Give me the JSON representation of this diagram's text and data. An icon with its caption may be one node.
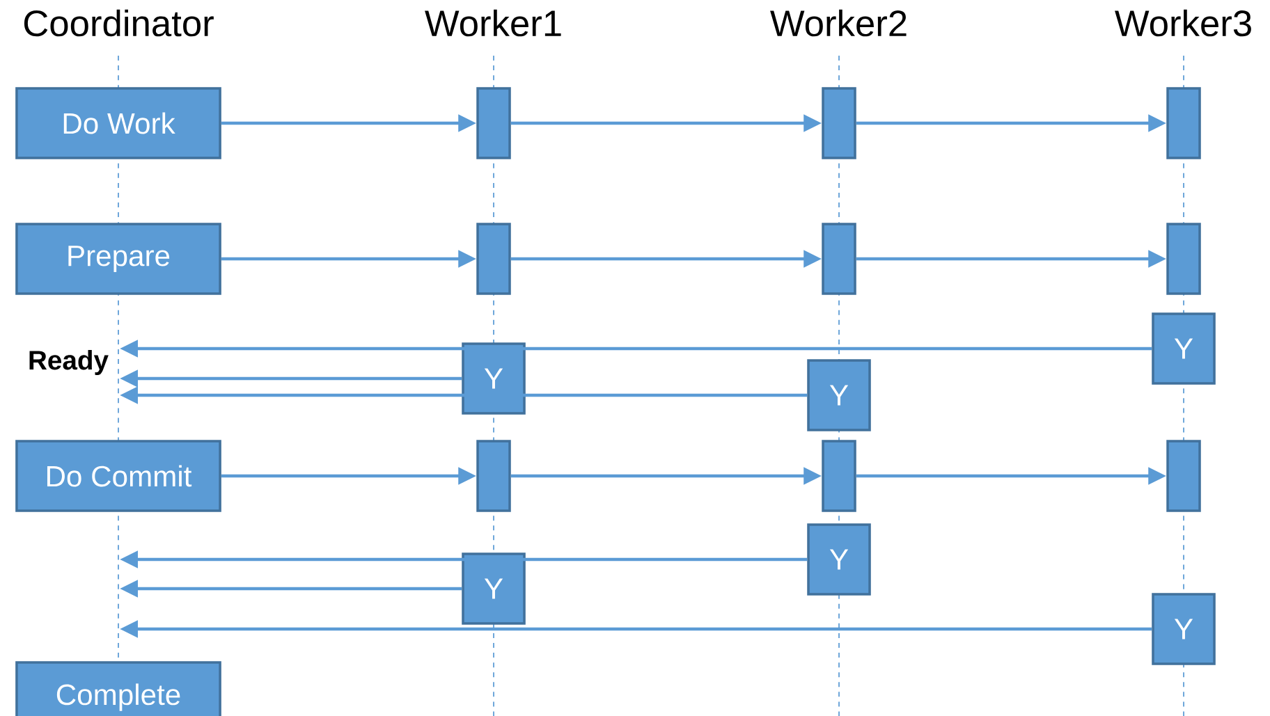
{
  "diagram": {
    "nodes": [
      {
        "text": [
          "Do Work"
        ]
      },
      {
        "text": [],
        "shape": "bar"
      },
      {
        "text": [],
        "shape": "bar"
      },
      {
        "text": [],
        "shape": "bar"
      },
      {
        "text": [
          "Prepare"
        ]
      },
      {
        "text": [],
        "shape": "bar"
      },
      {
        "text": [],
        "shape": "bar"
      },
      {
        "text": [],
        "shape": "bar"
      },
      {
        "text": [
          "Y"
        ]
      },
      {
        "text": [
          "Y"
        ]
      },
      {
        "text": [
          "Y"
        ]
      },
      {
        "text": [
          "Do Commit"
        ]
      },
      {
        "text": [],
        "shape": "bar"
      },
      {
        "text": [],
        "shape": "bar"
      },
      {
        "text": [],
        "shape": "bar"
      },
      {
        "text": [
          "Y"
        ]
      },
      {
        "text": [
          "Y"
        ]
      },
      {
        "text": [
          "Y"
        ]
      },
      {
        "text": [
          "Complete"
        ]
      }
    ],
    "edges": [
      {
        "from": 0,
        "to": 1,
        "arrow": "to"
      },
      {
        "from": 1,
        "to": 2,
        "arrow": "to"
      },
      {
        "from": 2,
        "to": 3,
        "arrow": "to"
      },
      {
        "from": 4,
        "to": 5,
        "arrow": "to"
      },
      {
        "from": 5,
        "to": 6,
        "arrow": "to"
      },
      {
        "from": 6,
        "to": 7,
        "arrow": "to"
      },
      {
        "from": 8,
        "to": null,
        "arrow": "to"
      },
      {
        "from": 9,
        "to": null,
        "arrow": "to"
      },
      {
        "from": 10,
        "to": null,
        "arrow": "to"
      },
      {
        "from": 11,
        "to": 12,
        "arrow": "to"
      },
      {
        "from": 12,
        "to": 13,
        "arrow": "to"
      },
      {
        "from": 13,
        "to": 14,
        "arrow": "to"
      },
      {
        "from": 15,
        "to": null,
        "arrow": "to"
      },
      {
        "from": 16,
        "to": null,
        "arrow": "to"
      },
      {
        "from": 17,
        "to": null,
        "arrow": "to"
      }
    ],
    "labels": [
      "Coordinator",
      "Worker1",
      "Worker2",
      "Worker3",
      "Ready"
    ]
  }
}
